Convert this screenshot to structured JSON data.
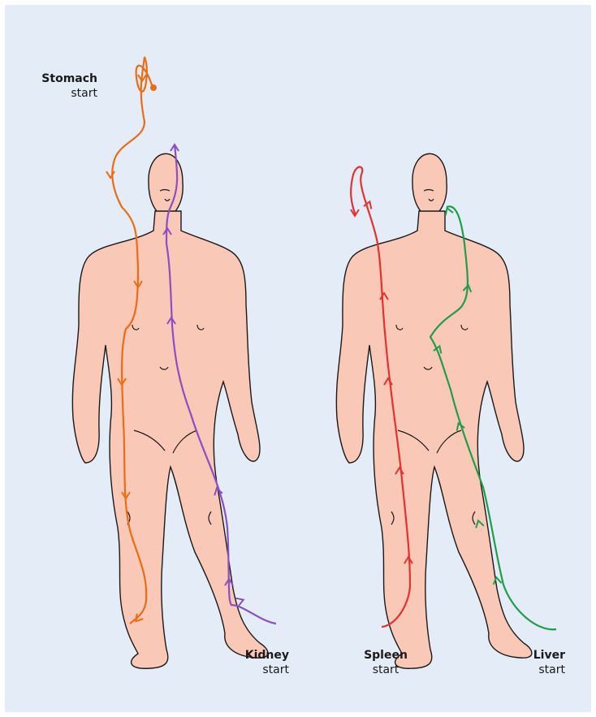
{
  "labels": {
    "stomach": {
      "name": "Stomach",
      "sub": "start"
    },
    "kidney": {
      "name": "Kidney",
      "sub": "start"
    },
    "spleen": {
      "name": "Spleen",
      "sub": "start"
    },
    "liver": {
      "name": "Liver",
      "sub": "start"
    }
  },
  "colors": {
    "background": "#e4ecf7",
    "skin": "#f9c8b7",
    "outline": "#1a1a1a",
    "stomach": "#ef6b12",
    "kidney": "#8a4fc2",
    "spleen": "#e5322d",
    "liver": "#1f9e4a"
  }
}
